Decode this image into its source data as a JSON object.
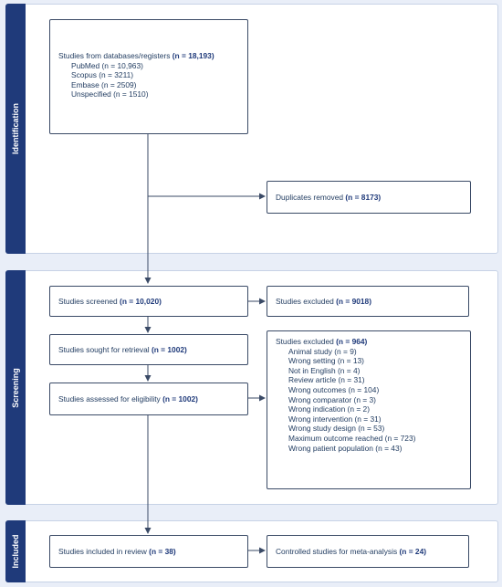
{
  "phases": {
    "identification": "Identification",
    "screening": "Screening",
    "included": "Included"
  },
  "boxes": {
    "databases": {
      "label": "Studies from databases/registers",
      "count": "(n = 18,193)",
      "items": [
        "PubMed (n = 10,963)",
        "Scopus (n = 3211)",
        "Embase (n = 2509)",
        "Unspecified (n = 1510)"
      ]
    },
    "duplicates": {
      "label": "Duplicates removed",
      "count": "(n = 8173)"
    },
    "screened": {
      "label": "Studies screened",
      "count": "(n = 10,020)"
    },
    "excluded_screen": {
      "label": "Studies excluded",
      "count": "(n = 9018)"
    },
    "retrieval": {
      "label": "Studies sought for retrieval",
      "count": "(n = 1002)"
    },
    "eligibility": {
      "label": "Studies assessed for eligibility",
      "count": "(n = 1002)"
    },
    "excluded_full": {
      "label": "Studies excluded",
      "count": "(n = 964)",
      "reasons": [
        "Animal study (n = 9)",
        "Wrong setting (n = 13)",
        "Not in English (n = 4)",
        "Review article (n = 31)",
        "Wrong outcomes (n = 104)",
        "Wrong comparator (n = 3)",
        "Wrong indication (n = 2)",
        "Wrong intervention (n = 31)",
        "Wrong study design (n = 53)",
        "Maximum outcome reached (n = 723)",
        "Wrong patient population (n = 43)"
      ]
    },
    "included": {
      "label": "Studies included in review",
      "count": "(n = 38)"
    },
    "meta": {
      "label": "Controlled studies for meta-analysis",
      "count": "(n = 24)"
    }
  }
}
